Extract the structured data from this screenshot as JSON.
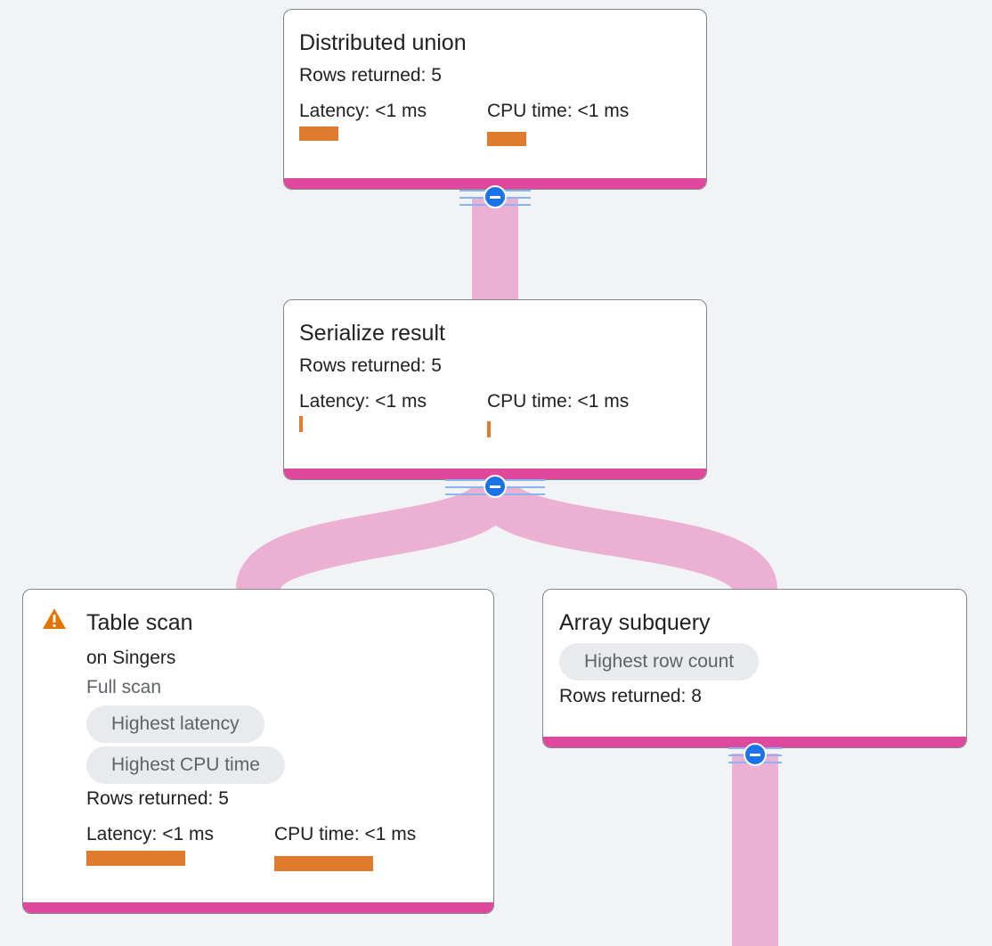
{
  "colors": {
    "background": "#f1f3f4",
    "node_border": "#80868b",
    "node_strip": "#e0489d",
    "edge": "#ecb0d3",
    "metric_bar": "#e07b2e",
    "chip_bg": "#e8eaed",
    "expand_button": "#1a73e8",
    "warning": "#e37400"
  },
  "nodes": {
    "distributed_union": {
      "title": "Distributed union",
      "rows_returned": "Rows returned: 5",
      "latency": "Latency: <1 ms",
      "cpu_time": "CPU time: <1 ms"
    },
    "serialize_result": {
      "title": "Serialize result",
      "rows_returned": "Rows returned: 5",
      "latency": "Latency: <1 ms",
      "cpu_time": "CPU time: <1 ms"
    },
    "table_scan": {
      "title": "Table scan",
      "warning_icon": "warning-triangle-icon",
      "table": "on Singers",
      "scan_type": "Full scan",
      "chips": [
        "Highest latency",
        "Highest CPU time"
      ],
      "rows_returned": "Rows returned: 5",
      "latency": "Latency: <1 ms",
      "cpu_time": "CPU time: <1 ms"
    },
    "array_subquery": {
      "title": "Array subquery",
      "chips": [
        "Highest row count"
      ],
      "rows_returned": "Rows returned: 8"
    }
  },
  "collapse_icon": "collapse-minus-icon"
}
